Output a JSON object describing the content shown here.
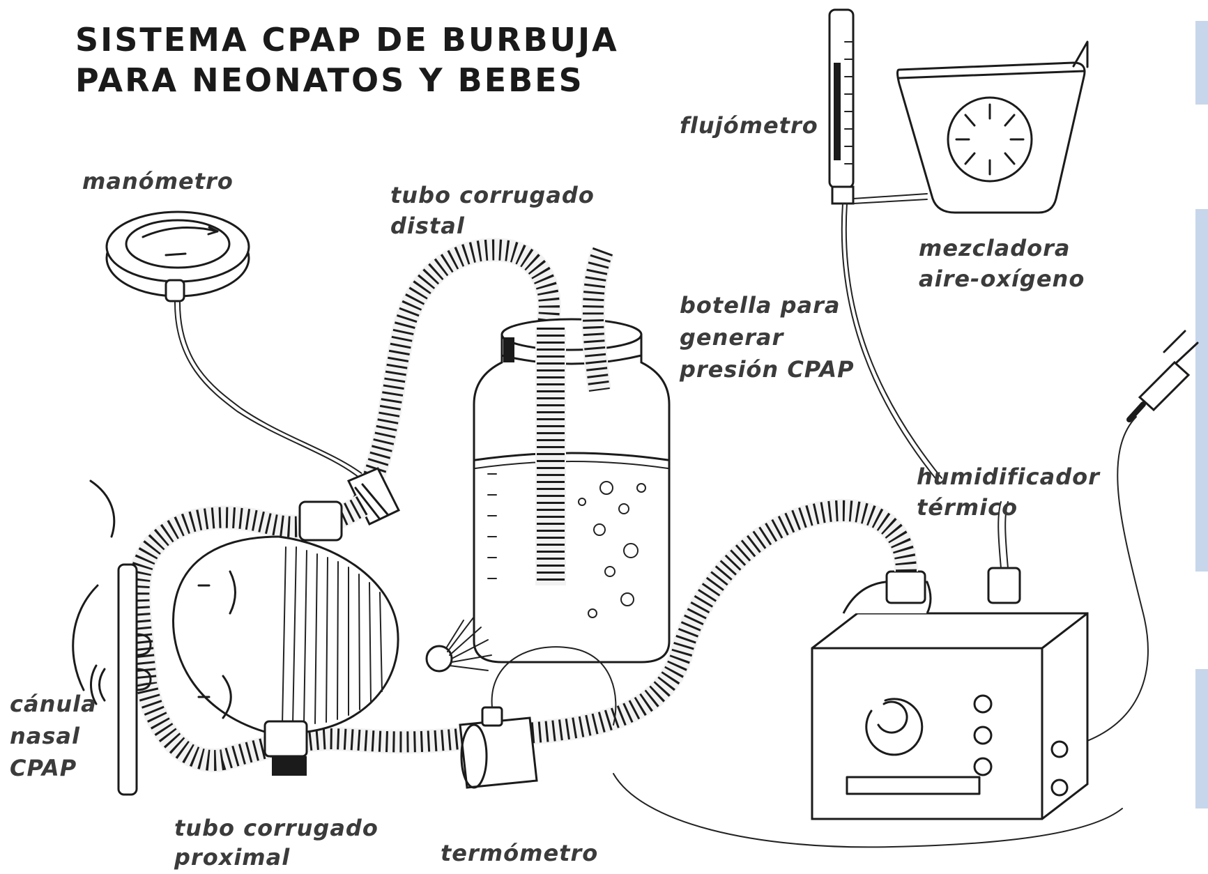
{
  "title": {
    "line1": "SISTEMA CPAP DE BURBUJA",
    "line2": "PARA NEONATOS Y BEBES"
  },
  "labels": {
    "manometro": "manómetro",
    "tubo_distal_1": "tubo corrugado",
    "tubo_distal_2": "distal",
    "flujometro": "flujómetro",
    "mezcladora_1": "mezcladora",
    "mezcladora_2": "aire-oxígeno",
    "botella_1": "botella para",
    "botella_2": "generar",
    "botella_3": "presión CPAP",
    "humidificador_1": "humidificador",
    "humidificador_2": "térmico",
    "canula_1": "cánula",
    "canula_2": "nasal",
    "canula_3": "CPAP",
    "tubo_proximal_1": "tubo corrugado",
    "tubo_proximal_2": "proximal",
    "termometro": "termómetro"
  },
  "colors": {
    "ink": "#1b1b1b",
    "label": "#3b3b3b",
    "edge_accent": "#c7d6ea"
  }
}
